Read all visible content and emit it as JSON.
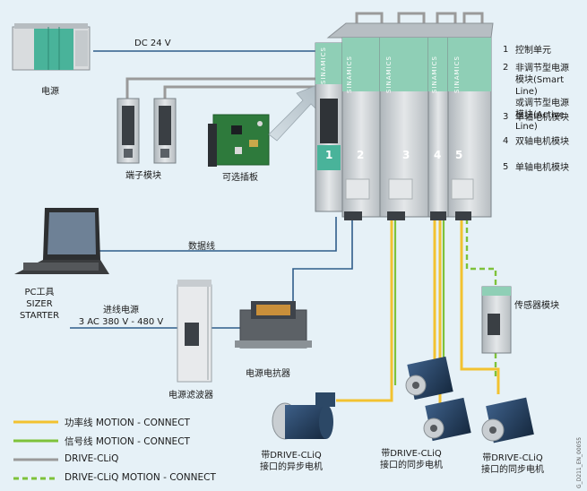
{
  "power_supply": {
    "label": "电源",
    "dc_label": "DC 24 V"
  },
  "terminal_module": {
    "label": "端子模块"
  },
  "option_board": {
    "label": "可选插板"
  },
  "pc": {
    "label_line1": "PC工具",
    "label_line2": "SIZER",
    "label_line3": "STARTER"
  },
  "data_cable": {
    "label": "数据线"
  },
  "line_supply": {
    "label_line1": "进线电源",
    "label_line2": "3 AC 380 V - 480 V"
  },
  "line_filter": {
    "label": "电源滤波器"
  },
  "line_reactor": {
    "label": "电源电抗器"
  },
  "sensor_module": {
    "label": "传感器模块"
  },
  "drive": {
    "brand": "SINAMICS",
    "module_numbers": [
      "1",
      "2",
      "3",
      "4",
      "5"
    ]
  },
  "module_list": [
    {
      "num": "1",
      "lines": [
        "控制单元"
      ]
    },
    {
      "num": "2",
      "lines": [
        "非调节型电源",
        "模块(Smart Line)",
        "或调节型电源",
        "模块(Active Line)"
      ]
    },
    {
      "num": "3",
      "lines": [
        "单轴电机模块"
      ]
    },
    {
      "num": "4",
      "lines": [
        "双轴电机模块"
      ]
    },
    {
      "num": "5",
      "lines": [
        "单轴电机模块"
      ]
    }
  ],
  "motors": {
    "async": {
      "line1": "带DRIVE-CLiQ",
      "line2": "接口的异步电机"
    },
    "sync1": {
      "line1": "带DRIVE-CLiQ",
      "line2": "接口的同步电机"
    },
    "sync2": {
      "line1": "带DRIVE-CLiQ",
      "line2": "接口的同步电机"
    }
  },
  "legend": [
    {
      "label": "功率线 MOTION - CONNECT",
      "color": "#f2c230",
      "style": "solid"
    },
    {
      "label": "信号线  MOTION - CONNECT",
      "color": "#7ec23a",
      "style": "solid"
    },
    {
      "label": "DRIVE-CLiQ",
      "color": "#9a9a9a",
      "style": "solid"
    },
    {
      "label": "DRIVE-CLiQ MOTION - CONNECT",
      "color": "#7ec23a",
      "style": "dashed"
    }
  ],
  "figure_code": "G_D211_EN_00055",
  "colors": {
    "background": "#e6f1f7",
    "power_cable": "#f2c230",
    "signal_cable": "#7ec23a",
    "drive_cliq": "#9a9a9a",
    "data_line": "#2f5d8a",
    "module_green": "#8fcfb6",
    "module_grey": "#c9ced2"
  }
}
